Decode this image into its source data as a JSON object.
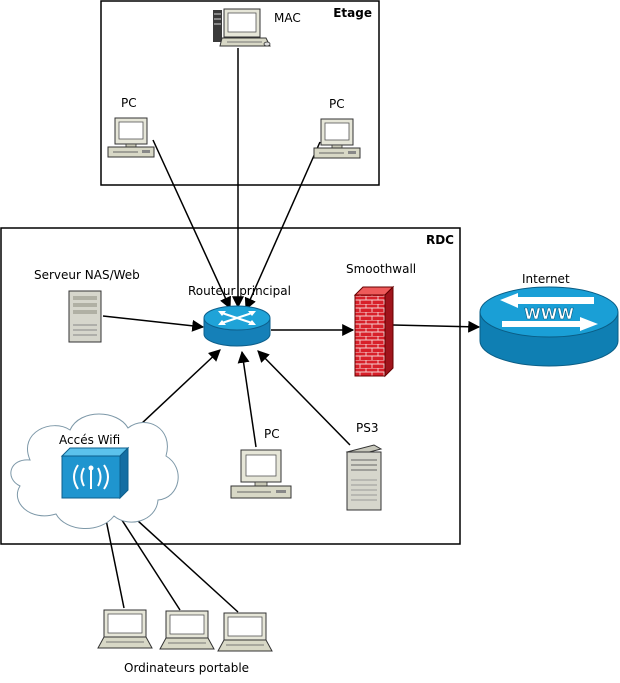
{
  "zones": {
    "upstairs": "Etage",
    "ground": "RDC"
  },
  "nodes": {
    "mac": "MAC",
    "pc_left_up": "PC",
    "pc_right_up": "PC",
    "nas": "Serveur NAS/Web",
    "router": "Routeur principal",
    "firewall": "Smoothwall",
    "internet": "Internet",
    "www": "WWW",
    "wifi": "Accés Wifi",
    "pc_ground": "PC",
    "ps3": "PS3",
    "laptops": "Ordinateurs portable"
  },
  "colors": {
    "router": "#1fa3d8",
    "internet": "#1a9fd6",
    "firewall": "#d8202a",
    "wifi": "#1f95cf",
    "cloud_stroke": "#7d98a8"
  },
  "edges": [
    {
      "from": "mac",
      "to": "router"
    },
    {
      "from": "pc_left_up",
      "to": "router"
    },
    {
      "from": "pc_right_up",
      "to": "router"
    },
    {
      "from": "nas",
      "to": "router"
    },
    {
      "from": "router",
      "to": "firewall"
    },
    {
      "from": "firewall",
      "to": "internet"
    },
    {
      "from": "wifi",
      "to": "router"
    },
    {
      "from": "pc_ground",
      "to": "router"
    },
    {
      "from": "ps3",
      "to": "router"
    },
    {
      "from": "laptop_1",
      "to": "wifi"
    },
    {
      "from": "laptop_2",
      "to": "wifi"
    },
    {
      "from": "laptop_3",
      "to": "wifi"
    }
  ]
}
